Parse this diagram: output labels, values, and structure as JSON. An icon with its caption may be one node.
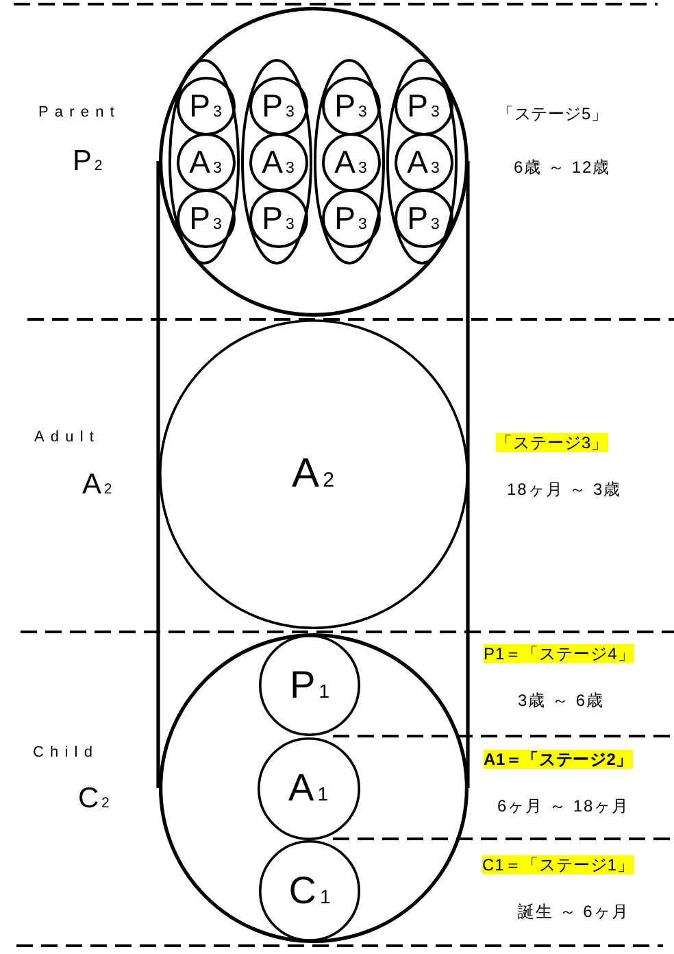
{
  "diagram": {
    "nodes": [
      {
        "text": [],
        "shape": "circle"
      },
      {
        "text": [],
        "shape": "ellipse",
        "in": 0
      },
      {
        "text": [
          "P$_{3}$"
        ],
        "in": 1
      },
      {
        "text": [
          "A$_{3}$"
        ],
        "in": 1
      },
      {
        "text": [
          "P$_{3}$"
        ],
        "in": 1
      },
      {
        "text": [],
        "shape": "ellipse",
        "in": 0
      },
      {
        "text": [
          "P$_{3}$"
        ],
        "in": 5
      },
      {
        "text": [
          "A$_{3}$"
        ],
        "in": 5
      },
      {
        "text": [
          "P$_{3}$"
        ],
        "in": 5
      },
      {
        "text": [],
        "shape": "ellipse",
        "in": 0
      },
      {
        "text": [
          "P$_{3}$"
        ],
        "in": 9
      },
      {
        "text": [
          "A$_{3}$"
        ],
        "in": 9
      },
      {
        "text": [
          "P$_{3}$"
        ],
        "in": 9
      },
      {
        "text": [],
        "shape": "ellipse",
        "in": 0
      },
      {
        "text": [
          "P$_{3}$"
        ],
        "in": 13
      },
      {
        "text": [
          "A$_{3}$"
        ],
        "in": 13
      },
      {
        "text": [
          "P$_{3}$"
        ],
        "in": 13
      },
      {
        "text": [
          "A$_{2}$"
        ]
      },
      {
        "text": [],
        "shape": "circle"
      },
      {
        "text": [
          "P$_{1}$"
        ],
        "in": 18
      },
      {
        "text": [
          "A$_{1}$"
        ],
        "in": 18
      },
      {
        "text": [
          "C$_{1}$"
        ],
        "in": 18
      }
    ],
    "labels": [
      "Parent",
      "「ステージ5」",
      "P$_{2}$",
      "6歳 ～ 12歳",
      "Adult",
      "「ステージ3」",
      "A$_{2}$",
      "18ヶ月 ～ 3歳",
      "P1＝「ステージ4」",
      "3歳 ～ 6歳",
      "Child",
      "A1＝「ステージ2」",
      "C$_{2}$",
      "6ヶ月 ～ 18ヶ月",
      "C1＝「ステージ1」",
      "誕生 ～ 6ヶ月"
    ]
  }
}
